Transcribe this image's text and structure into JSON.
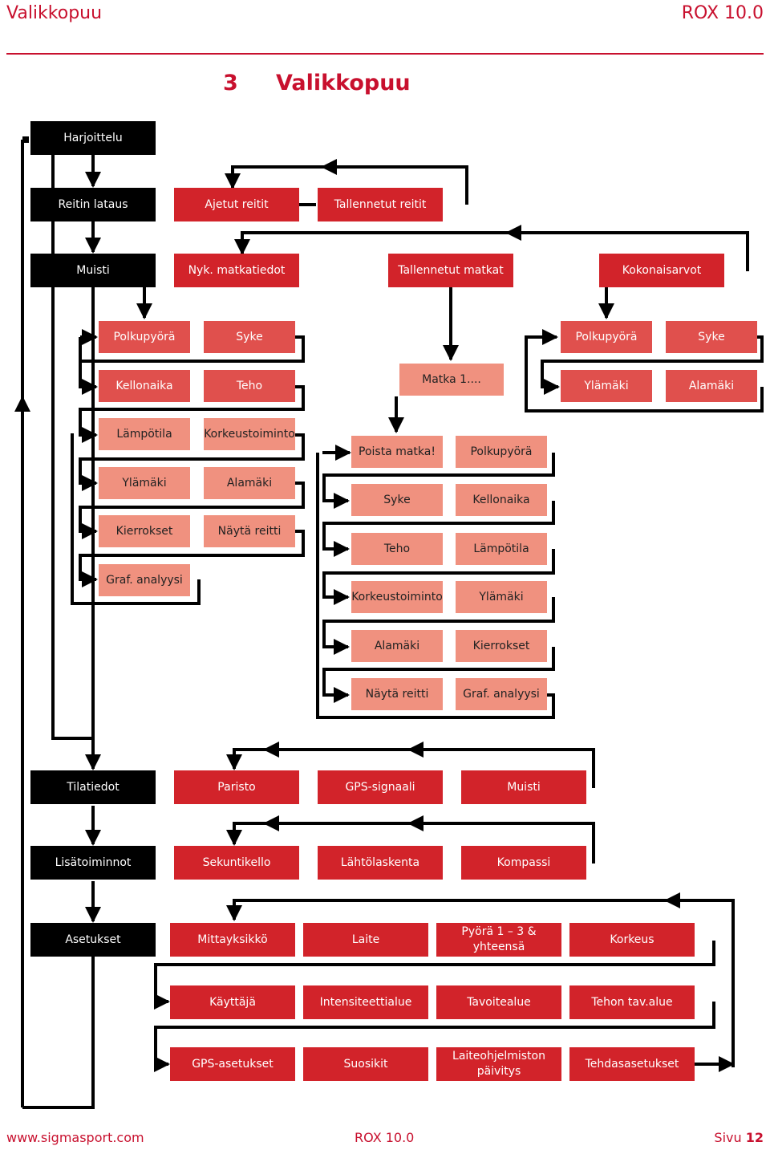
{
  "header": {
    "left": "Valikkopuu",
    "right": "ROX 10.0"
  },
  "title": {
    "number": "3",
    "text": "Valikkopuu"
  },
  "menu": {
    "harjoittelu": "Harjoittelu",
    "reitin_lataus": "Reitin lataus",
    "ajetut_reitit": "Ajetut reitit",
    "tallennetut_reitit": "Tallennetut reitit",
    "muisti": "Muisti",
    "nyk_matkatiedot": "Nyk. matkatiedot",
    "tallennetut_matkat": "Tallennetut matkat",
    "kokonaisarvot": "Kokonaisarvot",
    "nyk_items": [
      "Polkupyörä",
      "Syke",
      "Kellonaika",
      "Teho",
      "Lämpötila",
      "Korkeustoiminto",
      "Ylämäki",
      "Alamäki",
      "Kierrokset",
      "Näytä reitti",
      "Graf. analyysi"
    ],
    "matka": "Matka 1....",
    "matka_items": [
      "Poista matka!",
      "Polkupyörä",
      "Syke",
      "Kellonaika",
      "Teho",
      "Lämpötila",
      "Korkeustoiminto",
      "Ylämäki",
      "Alamäki",
      "Kierrokset",
      "Näytä reitti",
      "Graf. analyysi"
    ],
    "kokonais_items": [
      "Polkupyörä",
      "Syke",
      "Ylämäki",
      "Alamäki"
    ],
    "tilatiedot": "Tilatiedot",
    "tilatiedot_items": [
      "Paristo",
      "GPS-signaali",
      "Muisti"
    ],
    "lisatoiminnot": "Lisätoiminnot",
    "lisatoiminnot_items": [
      "Sekuntikello",
      "Lähtölaskenta",
      "Kompassi"
    ],
    "asetukset": "Asetukset",
    "asetukset_items": [
      "Mittayksikkö",
      "Laite",
      "Pyörä 1 – 3 & yhteensä",
      "Korkeus",
      "Käyttäjä",
      "Intensiteettialue",
      "Tavoitealue",
      "Tehon tav.alue",
      "GPS-asetukset",
      "Suosikit",
      "Laiteohjelmiston päivitys",
      "Tehdasasetukset"
    ]
  },
  "footer": {
    "website": "www.sigmasport.com",
    "product": "ROX 10.0",
    "page_label": "Sivu",
    "page_number": "12"
  },
  "colors": {
    "brand_red": "#c8102e",
    "box_red": "#d2232a",
    "box_mid": "#e0504d",
    "box_light": "#f0917f",
    "box_black": "#000000"
  }
}
